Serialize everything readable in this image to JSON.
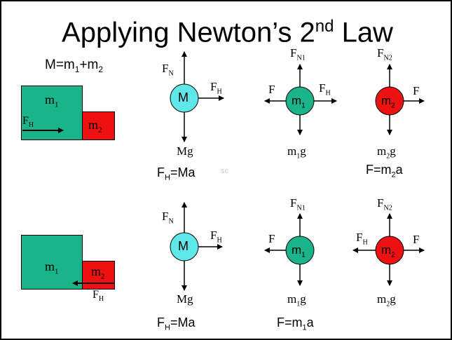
{
  "title": {
    "main": "Applying Newton’s 2",
    "sup": "nd",
    "tail": " Law"
  },
  "mass_relation": {
    "lhs": "M=m",
    "s1": "1",
    "plus": "+m",
    "s2": "2"
  },
  "colors": {
    "system": "#5fe7ea",
    "block1": "#1bb48a",
    "block2": "#ee1111",
    "arrow": "#000000",
    "watermark": "#cfcfcf"
  },
  "labels": {
    "F": "F",
    "N": "N",
    "H": "H",
    "N1": "N1",
    "N2": "N2",
    "m": "m",
    "M": "M",
    "g": "g",
    "Mg": "Mg",
    "one": "1",
    "two": "2",
    "Ma": "=Ma",
    "a": "a",
    "Feq": "F=m",
    "watermark": "sc"
  }
}
